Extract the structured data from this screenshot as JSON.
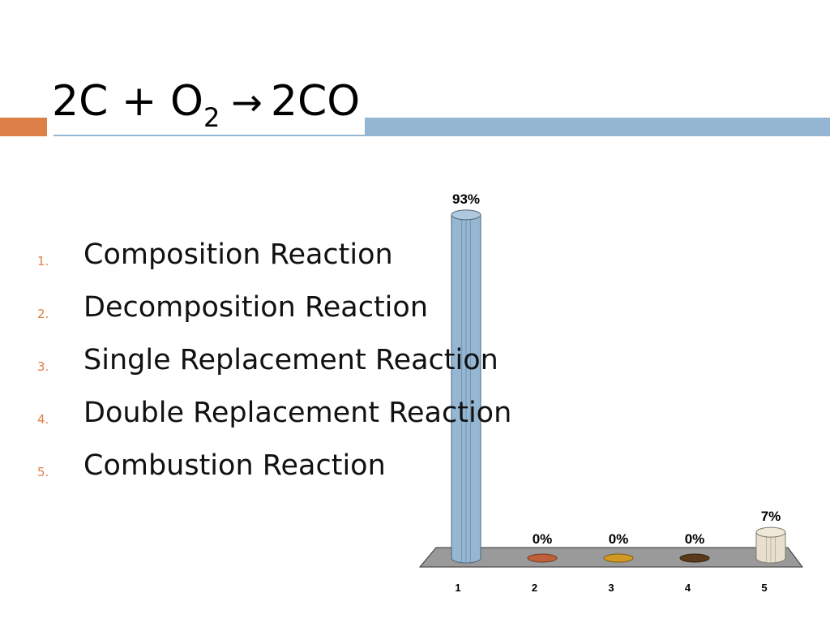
{
  "slide": {
    "title": {
      "prefix": "2C + O",
      "subscript": "2",
      "arrow": "→",
      "suffix": "2CO"
    },
    "options": [
      {
        "num": "1.",
        "label": "Composition Reaction"
      },
      {
        "num": "2.",
        "label": "Decomposition Reaction"
      },
      {
        "num": "3.",
        "label": "Single Replacement Reaction"
      },
      {
        "num": "4.",
        "label": "Double Replacement Reaction"
      },
      {
        "num": "5.",
        "label": "Combustion Reaction"
      }
    ]
  },
  "chart_data": {
    "type": "bar",
    "style": "3d-cylinder",
    "categories": [
      "1",
      "2",
      "3",
      "4",
      "5"
    ],
    "values": [
      93,
      0,
      0,
      0,
      7
    ],
    "data_labels": [
      "93%",
      "0%",
      "0%",
      "0%",
      "7%"
    ],
    "ylim": [
      0,
      100
    ],
    "colors": [
      "#95b7d3",
      "#c0603a",
      "#d29a22",
      "#5a3a1a",
      "#e8e0cc"
    ],
    "floor_color": "#9a9a9a",
    "grid": false,
    "title": "",
    "xlabel": "",
    "ylabel": ""
  }
}
